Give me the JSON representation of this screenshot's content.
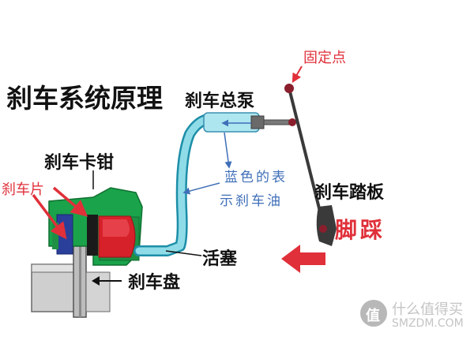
{
  "title": "刹车系统原理",
  "labels": {
    "master_cylinder": "刹车总泵",
    "caliper": "刹车卡钳",
    "pedal": "刹车踏板",
    "piston": "活塞",
    "disc": "刹车盘"
  },
  "annotations": {
    "fixed_point": "固定点",
    "brake_pad": "刹车片",
    "oil_line1": "蓝色的表",
    "oil_line2": "示刹车油",
    "foot": "脚踩"
  },
  "watermark": {
    "cn": "什么值得买",
    "en": "SMZDM.COM",
    "logo_glyph": "值"
  },
  "colors": {
    "annotation_red": "#e0303a",
    "annotation_blue": "#3f6fb8",
    "oil": "#8fdce8",
    "caliper_green": "#1aa34a",
    "piston_red": "#d6202a",
    "pad_blue": "#2a3f9a"
  }
}
